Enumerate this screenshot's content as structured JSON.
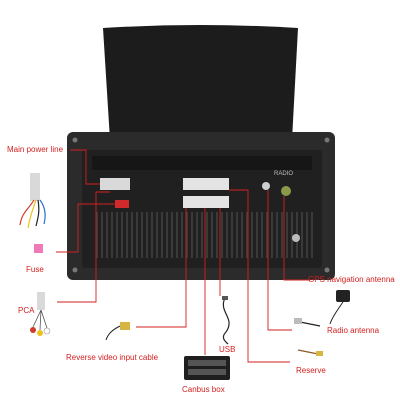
{
  "labels": {
    "main_power_line": "Main power line",
    "fuse": "Fuse",
    "pca": "PCA",
    "reverse_video_input_cable": "Reverse video input cable",
    "usb": "USB",
    "canbus_box": "Canbus box",
    "gps_navigation_antenna": "GPS navigation antenna",
    "radio_antenna": "Radio antenna",
    "reserve": "Reserve",
    "radio_port": "RADIO"
  },
  "colors": {
    "label_text": "#d41f1f",
    "leader_line": "#d41f1f",
    "screen": "#1c1c1c",
    "chassis": "#2b2b2b",
    "chassis_dark": "#151515",
    "fins": "#3a3a3a"
  }
}
